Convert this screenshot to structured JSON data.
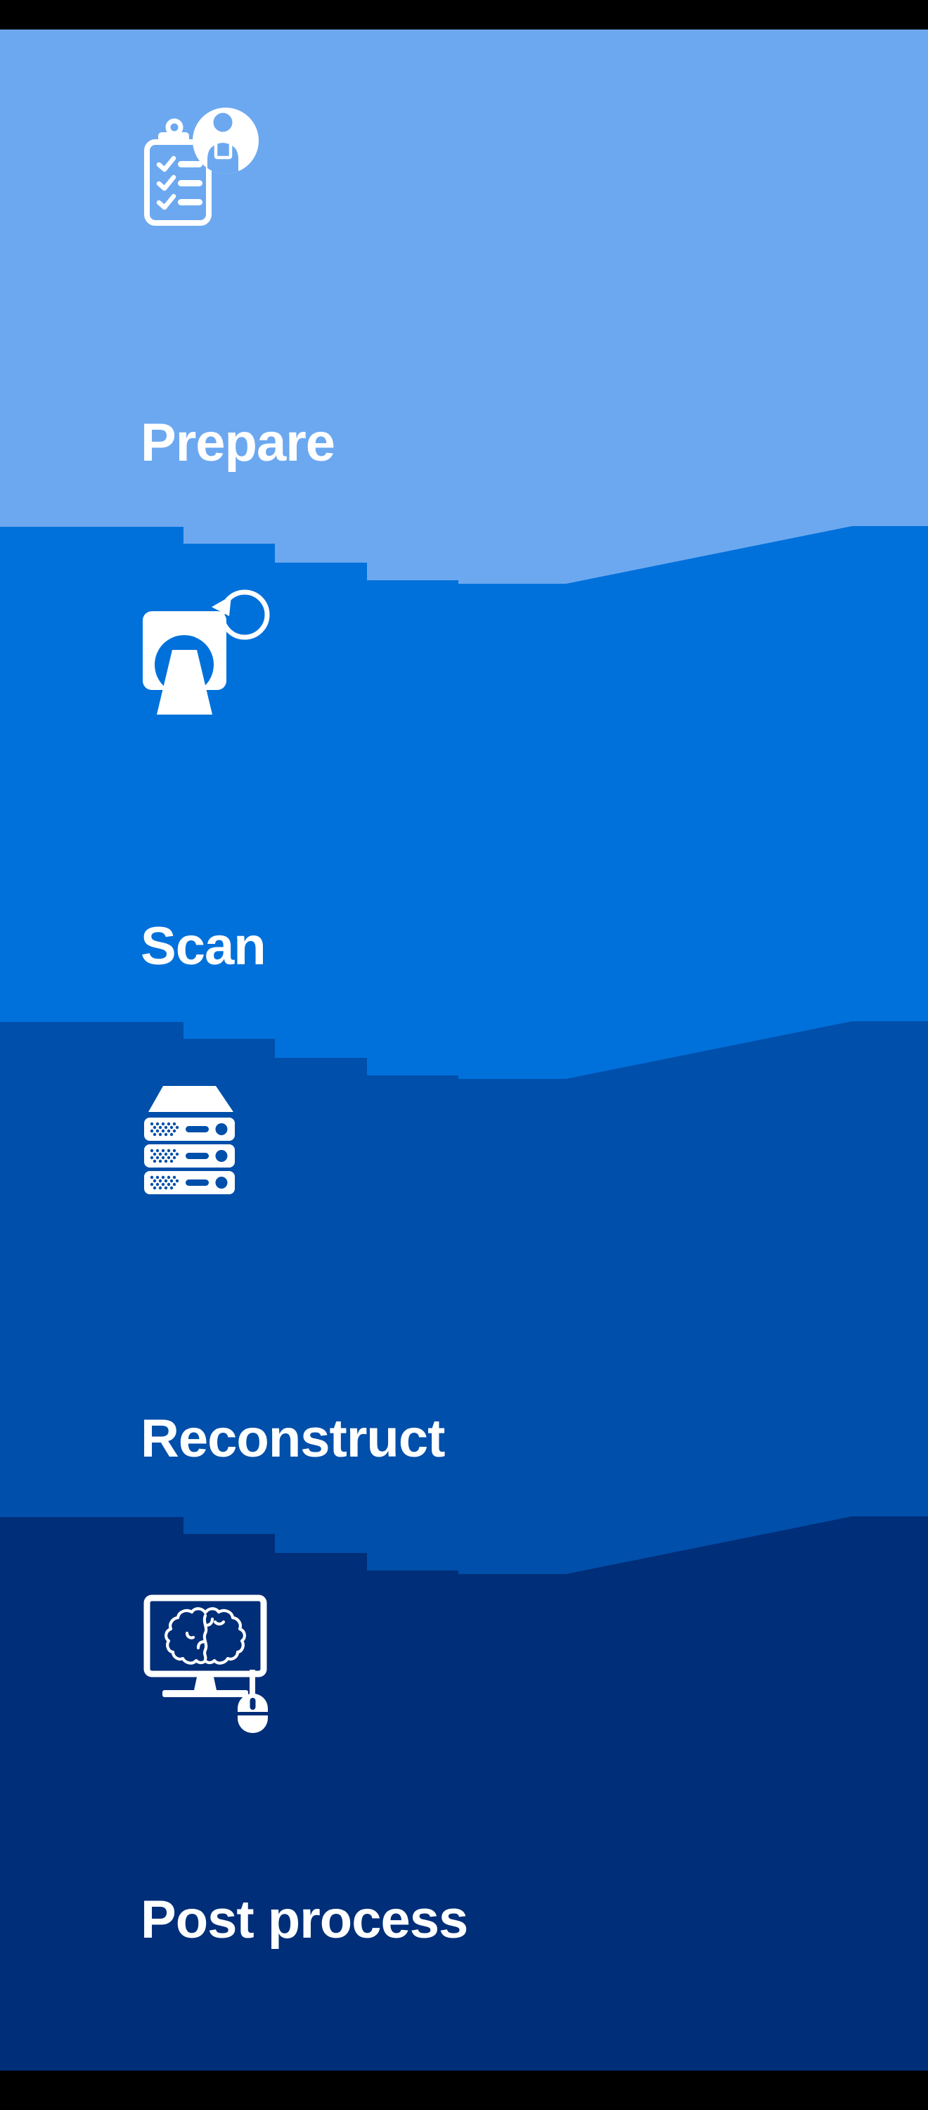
{
  "frame": {
    "top_bar_color": "#000000",
    "bottom_bar_color": "#000000"
  },
  "colors": {
    "label_text": "#FFFFFF",
    "icon": "#FFFFFF"
  },
  "sections": [
    {
      "id": "prepare",
      "label": "Prepare",
      "color": "#6CA8F0",
      "icon": "clipboard-checklist-user-icon"
    },
    {
      "id": "scan",
      "label": "Scan",
      "color": "#0071DB",
      "icon": "ct-scanner-rotate-icon"
    },
    {
      "id": "reconstruct",
      "label": "Reconstruct",
      "color": "#004FAA",
      "icon": "server-stack-icon"
    },
    {
      "id": "postprocess",
      "label": "Post process",
      "color": "#002E78",
      "icon": "monitor-brain-mouse-icon"
    }
  ]
}
